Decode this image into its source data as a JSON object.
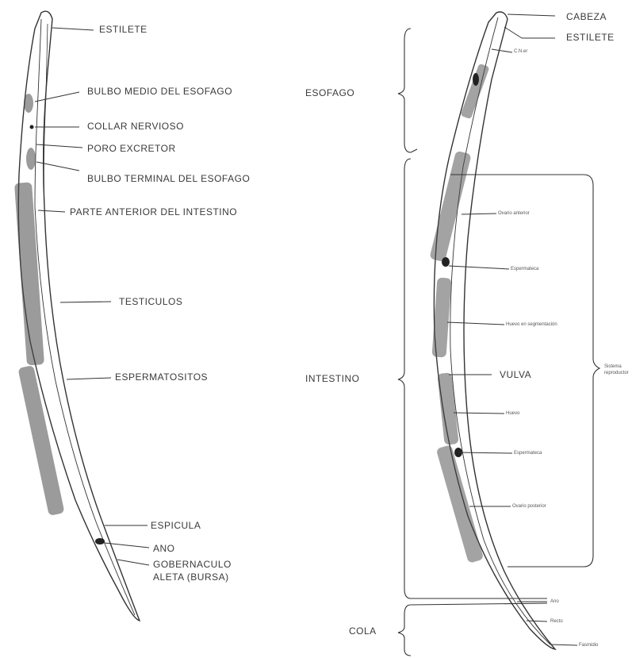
{
  "male": {
    "labels": {
      "estilete": "ESTILETE",
      "bulbo_medio": "BULBO MEDIO DEL ESOFAGO",
      "collar_nervioso": "COLLAR NERVIOSO",
      "poro_excretor": "PORO EXCRETOR",
      "bulbo_terminal": "BULBO TERMINAL DEL ESOFAGO",
      "parte_anterior": "PARTE ANTERIOR DEL INTESTINO",
      "testiculos": "TESTICULOS",
      "espermatocitos": "ESPERMATOSITOS",
      "espicula": "ESPICULA",
      "ano": "ANO",
      "gobernaculo": "GOBERNACULO",
      "aleta": "ALETA (BURSA)"
    }
  },
  "regions": {
    "esofago": "ESOFAGO",
    "intestino": "INTESTINO",
    "cola": "COLA"
  },
  "female": {
    "labels": {
      "cabeza": "CABEZA",
      "estilete": "ESTILETE",
      "c_nerv": "C.N.er",
      "ovario_anterior": "Ovario anterior",
      "espermateca": "Espermateca",
      "huevo_segm": "Huevo en segmentación",
      "vulva": "VULVA",
      "huevo": "Huevo",
      "espermateca2": "Espermateca",
      "ovario_posterior": "Ovario posterior",
      "ano": "Ano",
      "recto": "Recto",
      "fasmidio": "Fasmidio",
      "sistema_reproductor": "Sistema reproductor"
    }
  }
}
